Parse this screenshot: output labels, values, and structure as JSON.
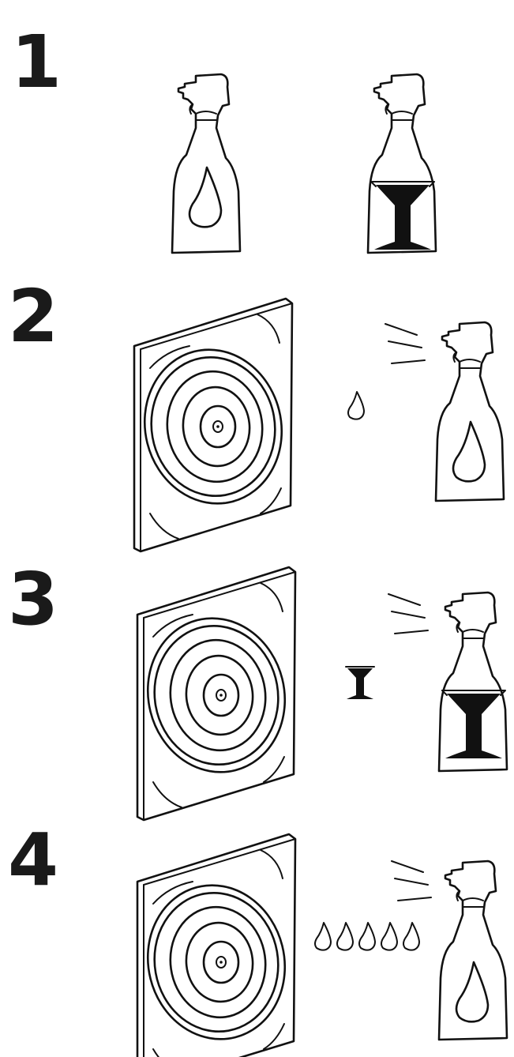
{
  "steps": [
    {
      "number": "1",
      "items": [
        "spray-bottle-water",
        "spray-bottle-cocktail"
      ]
    },
    {
      "number": "2",
      "items": [
        "dartboard",
        "water-drop",
        "spray-lines",
        "spray-bottle-water"
      ]
    },
    {
      "number": "3",
      "items": [
        "dartboard",
        "cocktail-glass",
        "spray-lines",
        "spray-bottle-cocktail"
      ]
    },
    {
      "number": "4",
      "items": [
        "dartboard",
        "water-drops-row",
        "spray-lines",
        "spray-bottle-water"
      ]
    }
  ],
  "drops_in_row": 5,
  "colors": {
    "ink": "#111111",
    "background": "#ffffff",
    "number_ink": "#1a1a1a"
  }
}
